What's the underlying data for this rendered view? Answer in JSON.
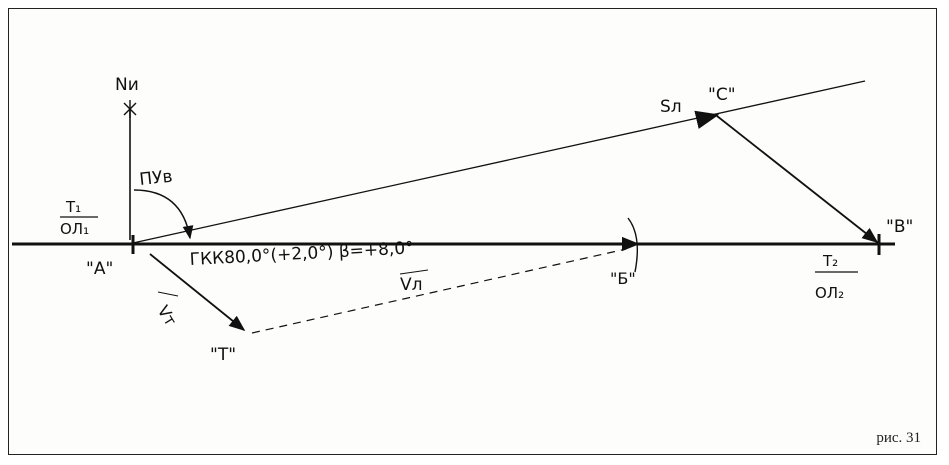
{
  "figure": {
    "caption": "рис. 31",
    "colors": {
      "ink": "#111111",
      "frame": "#222222",
      "paper": "#fdfdfb"
    }
  },
  "labels": {
    "north": "Nи",
    "course_angle": "ПУв",
    "point_a": "\"А\"",
    "point_b": "\"Б\"",
    "point_v": "\"В\"",
    "point_c": "\"С\"",
    "point_t": "\"Т\"",
    "t1": "Т₁",
    "ol1": "ОЛ₁",
    "t2": "Т₂",
    "ol2": "ОЛ₂",
    "heading": "ГКК80,0°(+2,0°) β=+8,0°",
    "vl": "Vл",
    "vt": "Vт",
    "sl": "Sл"
  }
}
